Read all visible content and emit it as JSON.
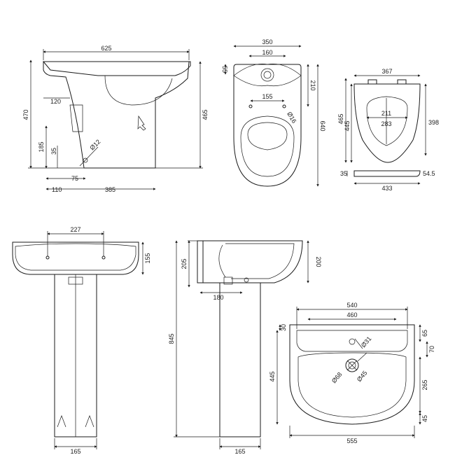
{
  "toilet_side": {
    "overall_width": "625",
    "height_total": "470",
    "height_pan": "465",
    "height_120": "120",
    "height_185": "185",
    "height_35": "35",
    "pipe": "Ø12",
    "offset_75": "75",
    "base_110": "110",
    "base_385": "385"
  },
  "toilet_plan": {
    "width": "350",
    "inner_width": "160",
    "depth_55": "55",
    "depth_210": "210",
    "depth_640": "640",
    "fix_155": "155",
    "fix_hole": "Ø16"
  },
  "seat": {
    "width": "367",
    "height_465": "465",
    "height_445": "445",
    "height_398": "398",
    "inner_211": "211",
    "inner_283": "283",
    "side_35": "35",
    "side_545": "54.5",
    "length_433": "433"
  },
  "pedestal_front": {
    "tap_centres": "227",
    "bowl_height": "155",
    "pedestal_width": "165"
  },
  "pedestal_side": {
    "height_205": "205",
    "height_200": "200",
    "projection_180": "180",
    "total_845": "845",
    "pedestal_width": "165"
  },
  "basin_plan": {
    "width_540": "540",
    "width_460": "460",
    "depth_30": "30",
    "depth_65": "65",
    "depth_70": "70",
    "depth_445": "445",
    "depth_265": "265",
    "depth_45": "45",
    "tap_hole": "Ø31",
    "waste_68": "Ø68",
    "waste_45": "Ø45",
    "width_555": "555"
  }
}
